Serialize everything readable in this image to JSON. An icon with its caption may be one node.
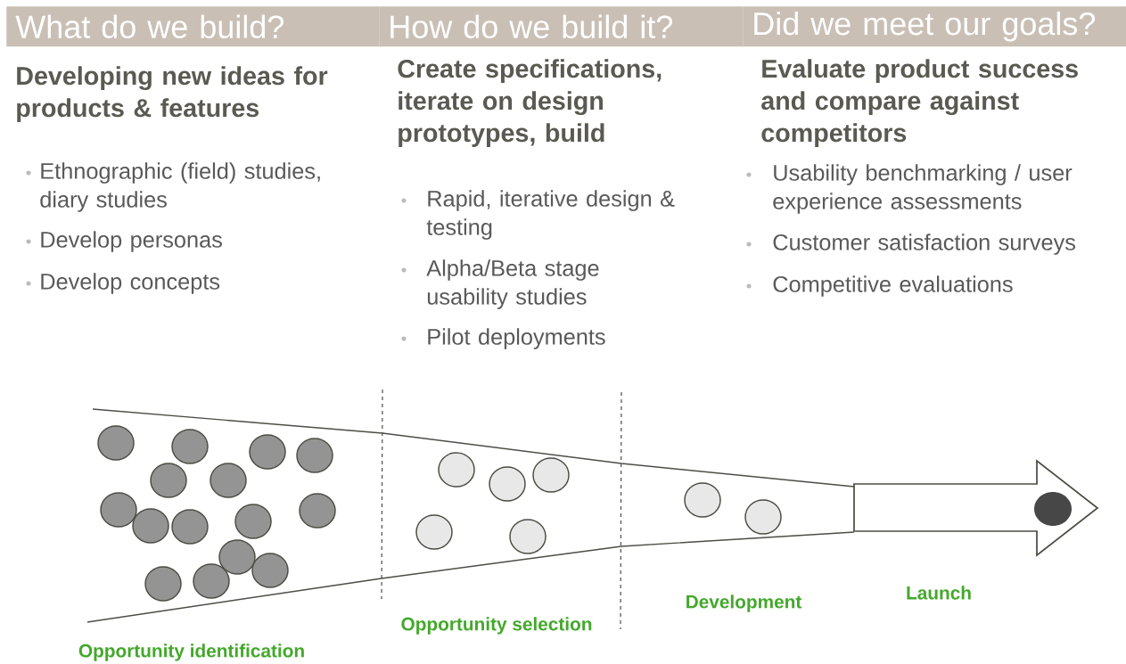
{
  "diagram": {
    "nodes": [
      {
        "text": [
          "What do we build?"
        ]
      },
      {
        "text": [
          "How do we build it?"
        ]
      },
      {
        "text": [
          "Did we meet our goals?"
        ]
      }
    ],
    "labels": [
      "Developing new ideas for products & features",
      "Ethnographic (field) studies, diary studies",
      "Develop personas",
      "Develop concepts",
      "Create specifications, iterate on design prototypes, build",
      "Rapid, iterative design & testing",
      "Alpha/Beta stage usability studies",
      "Pilot deployments",
      "Evaluate product success and compare against competitors",
      "Usability benchmarking / user experience assessments",
      "Customer satisfaction surveys",
      "Competitive evaluations",
      "Opportunity identification",
      "Opportunity selection",
      "Development",
      "Launch"
    ]
  }
}
